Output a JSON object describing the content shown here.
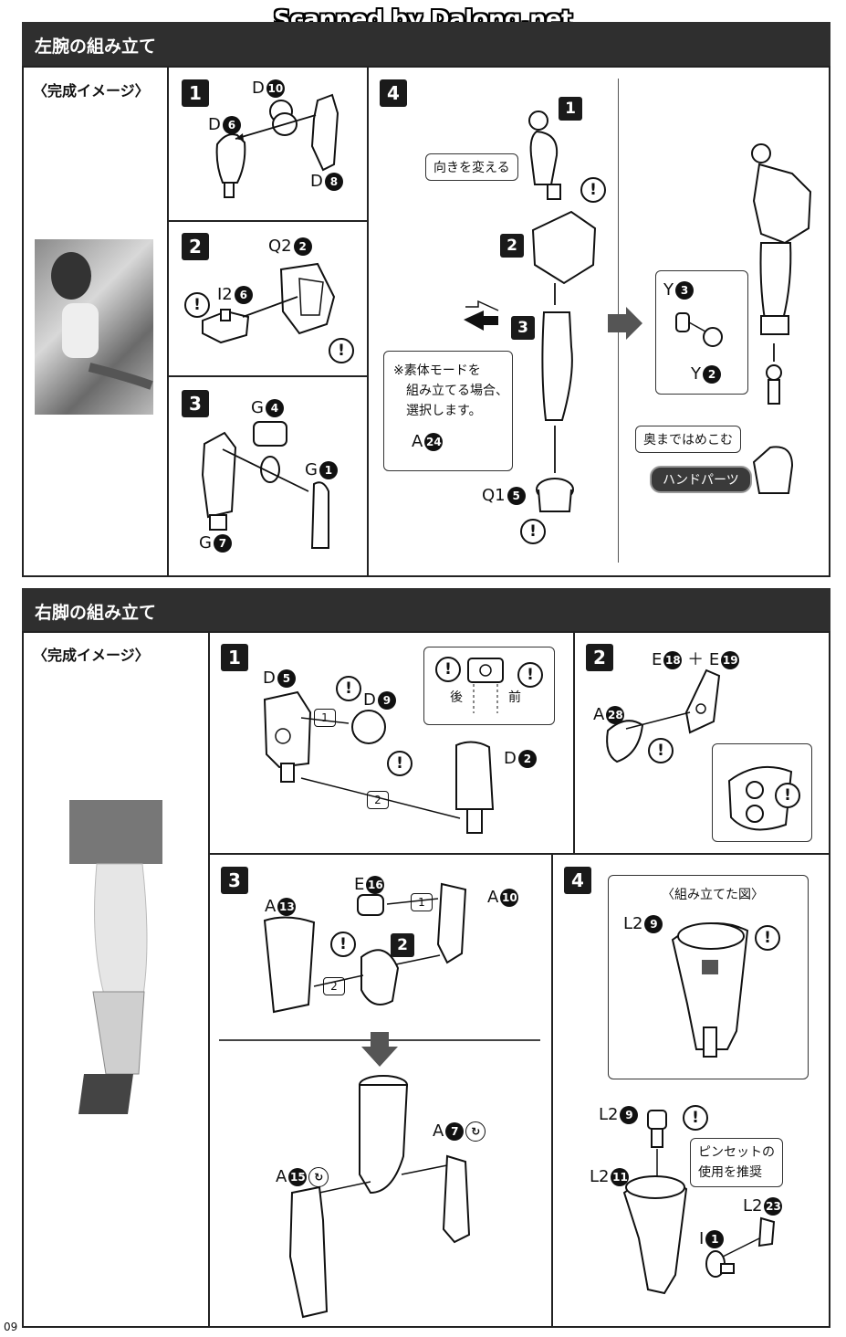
{
  "watermark": "Scanned by Dalong.net",
  "page_number": "09",
  "section_left_arm": {
    "title": "左腕の組み立て",
    "completed_image_label": "〈完成イメージ〉",
    "step1": {
      "num": "1",
      "parts": [
        {
          "label": "D",
          "n": "10"
        },
        {
          "label": "D",
          "n": "6"
        },
        {
          "label": "D",
          "n": "8"
        }
      ]
    },
    "step2": {
      "num": "2",
      "parts": [
        {
          "label": "Q2",
          "n": "2"
        },
        {
          "label": "I2",
          "n": "6"
        }
      ]
    },
    "step3": {
      "num": "3",
      "parts": [
        {
          "label": "G",
          "n": "4"
        },
        {
          "label": "G",
          "n": "1"
        },
        {
          "label": "G",
          "n": "7"
        }
      ]
    },
    "step4": {
      "num": "4",
      "sub1": "1",
      "sub2": "2",
      "sub3": "3",
      "callout_direction": "向きを変える",
      "note_line1": "※素体モードを",
      "note_line2": "組み立てる場合、",
      "note_line3": "選択します。",
      "part_a": {
        "label": "A",
        "n": "24"
      },
      "part_q1": {
        "label": "Q1",
        "n": "5"
      },
      "part_y3": {
        "label": "Y",
        "n": "3"
      },
      "part_y2": {
        "label": "Y",
        "n": "2"
      },
      "callout_push": "奥まではめこむ",
      "hand_parts": "ハンドパーツ"
    }
  },
  "section_right_leg": {
    "title": "右脚の組み立て",
    "completed_image_label": "〈完成イメージ〉",
    "step1": {
      "num": "1",
      "parts": [
        {
          "label": "D",
          "n": "5"
        },
        {
          "label": "D",
          "n": "9"
        },
        {
          "label": "D",
          "n": "2"
        }
      ],
      "order1": "1",
      "order2": "2",
      "back": "後",
      "front": "前"
    },
    "step2": {
      "num": "2",
      "parts": [
        {
          "label": "E",
          "n": "18"
        },
        {
          "label": "E",
          "n": "19"
        },
        {
          "label": "A",
          "n": "28"
        }
      ],
      "plus": "＋"
    },
    "step3": {
      "num": "3",
      "parts": [
        {
          "label": "E",
          "n": "16"
        },
        {
          "label": "A",
          "n": "10"
        },
        {
          "label": "A",
          "n": "13"
        },
        {
          "label": "A",
          "n": "7"
        },
        {
          "label": "A",
          "n": "15"
        }
      ],
      "order1": "1",
      "order2": "2",
      "sub2": "2"
    },
    "step4": {
      "num": "4",
      "assembled_label": "〈組み立てた図〉",
      "parts": [
        {
          "label": "L2",
          "n": "9"
        },
        {
          "label": "L2",
          "n": "9"
        },
        {
          "label": "L2",
          "n": "11"
        },
        {
          "label": "L2",
          "n": "23"
        },
        {
          "label": "I",
          "n": "1"
        }
      ],
      "tweezers_line1": "ピンセットの",
      "tweezers_line2": "使用を推奨"
    }
  },
  "warning_symbol": "!"
}
